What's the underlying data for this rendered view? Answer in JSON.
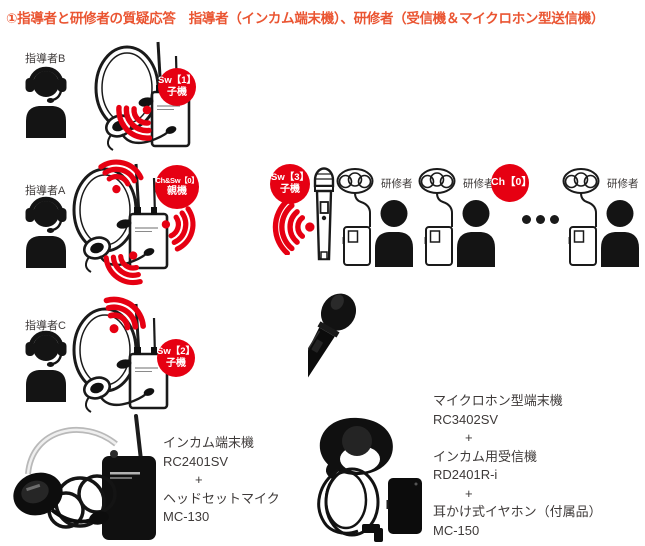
{
  "title": "①指導者と研修者の質疑応答　指導者（インカム端末機）、研修者（受信機＆マイクロホン型送信機）",
  "instructors": {
    "b": {
      "label": "指導者B",
      "badge": {
        "line1": "Sw【1】",
        "line2": "子機"
      }
    },
    "a": {
      "label": "指導者A",
      "badge": {
        "line1": "Ch&Sw【0】",
        "line2": "親機"
      }
    },
    "c": {
      "label": "指導者C",
      "badge": {
        "line1": "Sw【2】",
        "line2": "子機"
      }
    }
  },
  "trainees": {
    "label": "研修者",
    "mic_badge": {
      "line1": "Sw【3】",
      "line2": "子機"
    },
    "channel_badge": "Ch【0】"
  },
  "products": {
    "left_lines": [
      "インカム端末機",
      "RC2401SV",
      "+",
      "ヘッドセットマイク",
      "MC-130"
    ],
    "right_lines": [
      "マイクロホン型端末機",
      "RC3402SV",
      "+",
      "インカム用受信機",
      "RD2401R-i",
      "+",
      "耳かけ式イヤホン（付属品）",
      "MC-150"
    ]
  },
  "colors": {
    "badge_red": "#e60012",
    "title_red": "#ea5532",
    "text": "#3e3a39"
  }
}
